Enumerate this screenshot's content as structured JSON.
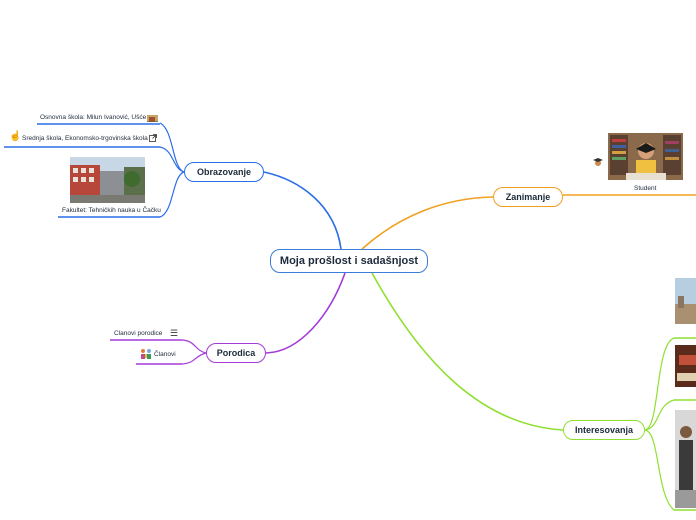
{
  "central": "Moja prošlost i sadašnjost",
  "branches": {
    "obrazovanje": {
      "label": "Obrazovanje",
      "color": "#2a6ee8",
      "items": [
        "Osnovna škola: Milun Ivanović, Ušće",
        "Srednja škola, Ekonomsko-trgovinska škola",
        "Fakultet: Tehničkih nauka u Čačku"
      ]
    },
    "porodica": {
      "label": "Porodica",
      "color": "#a33ad8",
      "items": [
        "Clanovi porodice",
        "Članovi"
      ]
    },
    "zanimanje": {
      "label": "Zanimanje",
      "color": "#f0a020",
      "items": [
        "Student"
      ]
    },
    "interesovanja": {
      "label": "Interesovanja",
      "color": "#8ee030"
    }
  },
  "icons": {
    "osnovna": "school-photo-icon",
    "srednja": "hand-pointer-icon",
    "srednja_link": "external-link-icon",
    "porodica_list": "list-icon",
    "clanovi": "family-icon"
  }
}
